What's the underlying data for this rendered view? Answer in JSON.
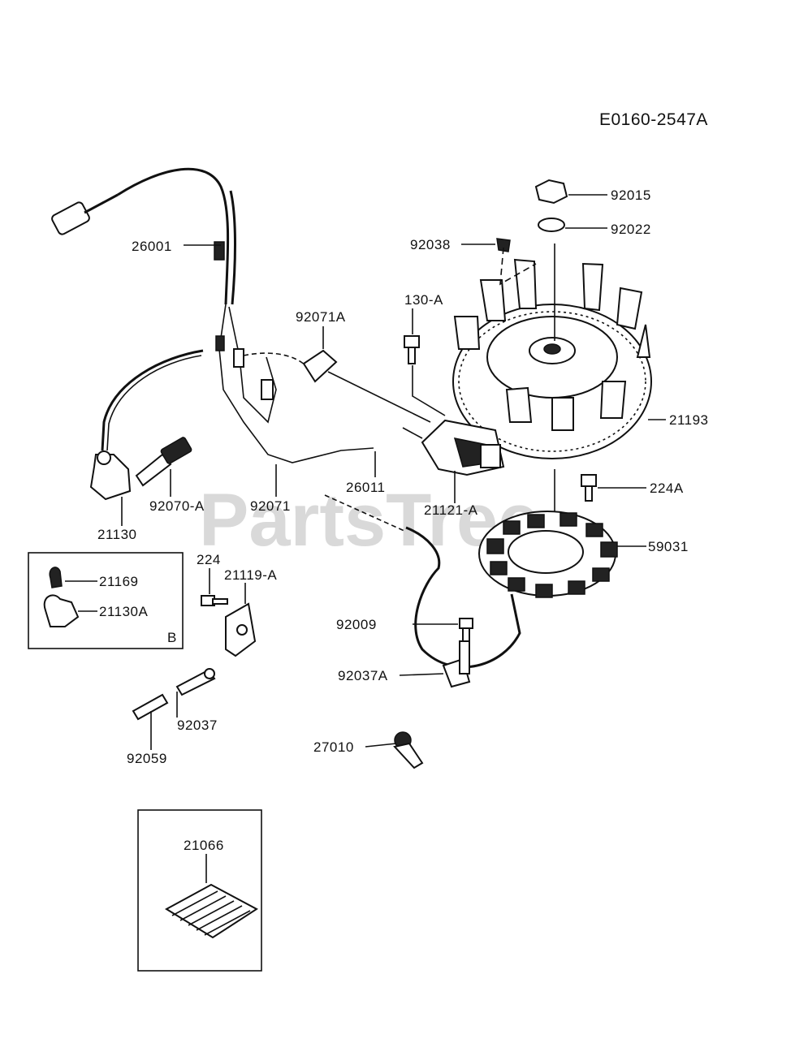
{
  "diagram_code": "E0160-2547A",
  "watermark": "PartsTree",
  "inset_b_tag": "B",
  "labels": {
    "p92015": "92015",
    "p92022": "92022",
    "p92038": "92038",
    "p130A": "130-A",
    "p92071A": "92071A",
    "p26001": "26001",
    "p21193": "21193",
    "p224A": "224A",
    "p26011": "26011",
    "p21121A": "21121-A",
    "p92070A": "92070-A",
    "p92071": "92071",
    "p21130": "21130",
    "p59031": "59031",
    "p21169": "21169",
    "p21130A": "21130A",
    "p224": "224",
    "p21119A": "21119-A",
    "p92009": "92009",
    "p92037A": "92037A",
    "p92037": "92037",
    "p92059": "92059",
    "p27010": "27010",
    "p21066": "21066"
  }
}
